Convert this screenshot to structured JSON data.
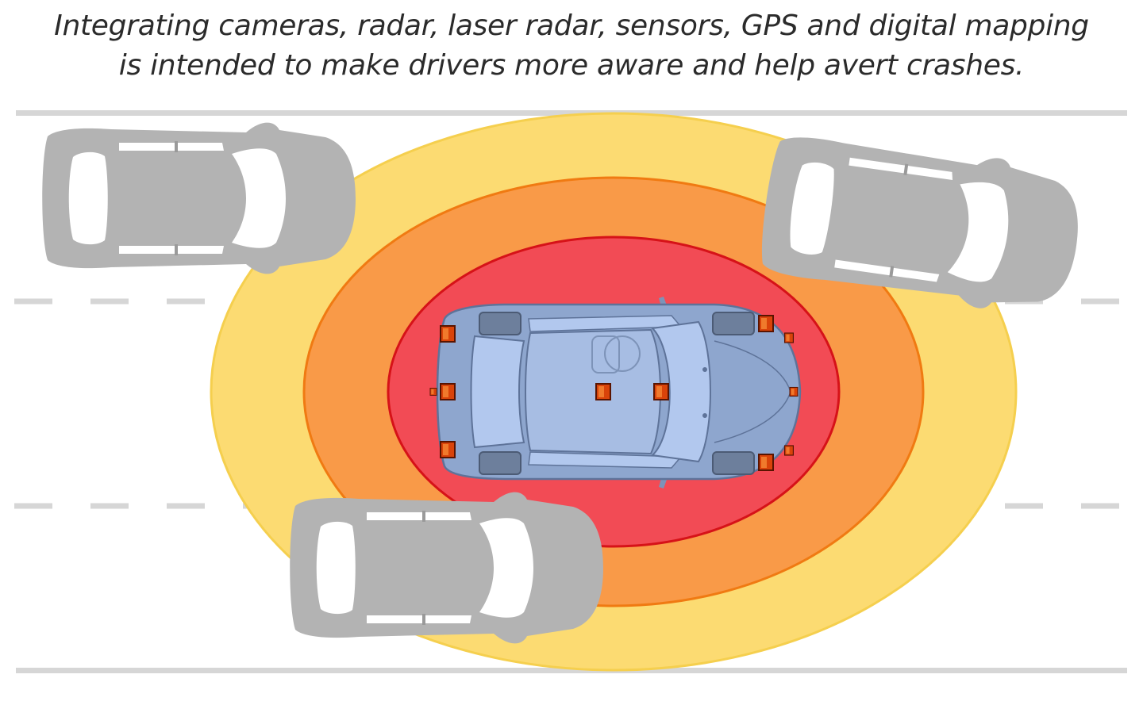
{
  "caption": {
    "line1": "Integrating cameras, radar, laser radar, sensors, GPS and digital mapping",
    "line2": "is intended to make drivers more aware and help avert crashes."
  },
  "colors": {
    "zone_outer": "#fcdb72",
    "zone_middle": "#f99a48",
    "zone_inner": "#f24b55",
    "ego_car_body": "#8ea6ce",
    "ego_car_glass": "#b2c8ee",
    "other_cars": "#b3b3b3",
    "sensor": "#dc4a0a",
    "road_lines": "#d6d6d6"
  },
  "elements": {
    "sensor_zones": [
      "outer-zone",
      "middle-zone",
      "inner-zone"
    ],
    "ego_vehicle_sensors": 11,
    "surrounding_vehicles": 3
  }
}
